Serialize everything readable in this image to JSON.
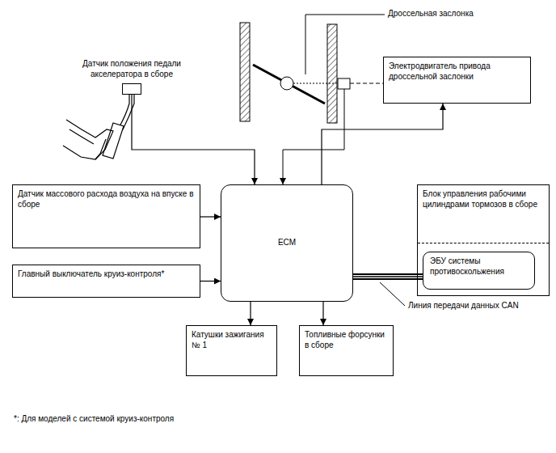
{
  "diagram": {
    "nodes": [
      {
        "text": [
          "Датчик положения педали акселератора в сборе"
        ]
      },
      {
        "text": [
          "Электродвигатель привода дроссельной заслонки"
        ]
      },
      {
        "text": [
          "Датчик массового расхода воздуха на впуске в сборе"
        ]
      },
      {
        "text": [
          "ECM"
        ]
      },
      {
        "text": [
          "Блок управления рабочими цилиндрами тормозов в сборе"
        ]
      },
      {
        "text": [
          "ЭБУ системы противоскольжения"
        ],
        "in": 4
      },
      {
        "text": [
          "Главный выключатель круиз-контроля*"
        ]
      },
      {
        "text": [
          "Катушки зажигания № 1"
        ]
      },
      {
        "text": [
          "Топливные форсунки в сборе"
        ]
      }
    ],
    "edges": [
      {
        "from": 0,
        "to": 3,
        "arrow": "to"
      },
      {
        "from": 3,
        "to": 1,
        "arrow": "to"
      },
      {
        "from": 2,
        "to": 3,
        "arrow": "to"
      },
      {
        "from": 6,
        "to": 3,
        "arrow": "to"
      },
      {
        "from": 3,
        "to": 7,
        "arrow": "to"
      },
      {
        "from": 3,
        "to": 8,
        "arrow": "to"
      },
      {
        "from": 3,
        "to": 5,
        "arrow": "none"
      }
    ],
    "labels": [
      "Дроссельная заслонка",
      "Линия передачи данных CAN",
      "*: Для моделей с системой круиз-контроля"
    ]
  }
}
